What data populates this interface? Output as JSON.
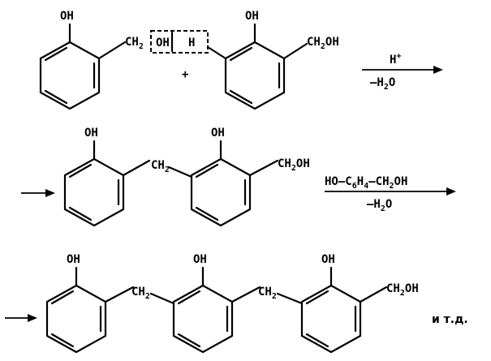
{
  "labels": {
    "oh": "OH",
    "h": "H",
    "ch2": "CH",
    "ch2oh": "CH",
    "oh_tail": "OH",
    "sub2": "2",
    "sub6": "6",
    "sub4": "4",
    "plus": "+",
    "hplus": "H",
    "plus_sup": "+",
    "minus_h": "–H",
    "o": "O",
    "ho": "HO–C",
    "dash_c": "–CH",
    "tail": "и т.д."
  }
}
